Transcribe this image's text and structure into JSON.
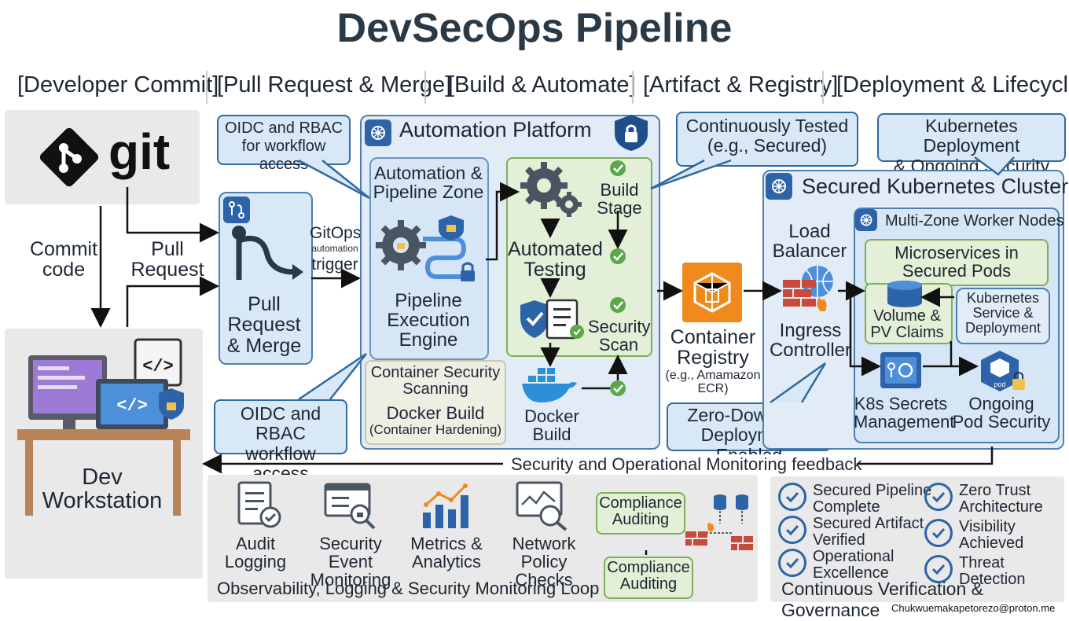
{
  "title": "DevSecOps Pipeline",
  "stages": [
    "[Developer Commit]",
    "[Pull Request & Merge]",
    "[Build & Automate]",
    "[Artifact & Registry]",
    "[Deployment & Lifecycle]"
  ],
  "git_logo_text": "git",
  "commit_label": "Commit\ncode",
  "pull_request_label": "Pull\nRequest",
  "dev_workstation": "Dev\nWorkstation",
  "oidc_top": "OIDC and RBAC\nfor workflow access",
  "oidc_bottom": "OIDC and RBAC\nworkflow access",
  "pr_box_label": "Pull\nRequest\n& Merge",
  "gitops": {
    "line1": "GitOps",
    "line2": "automation",
    "line3": "trigger"
  },
  "automation_platform": {
    "title": "Automation Platform",
    "zone_title": "Automation &\nPipeline Zone",
    "engine": "Pipeline\nExecution\nEngine",
    "container_scan": "Container Security\nScanning",
    "docker_build_box": "Docker Build",
    "hardening": "(Container Hardening)",
    "build_stage": "Build\nStage",
    "automated_testing": "Automated\nTesting",
    "security_scan": "Security\nScan",
    "docker_build": "Docker\nBuild"
  },
  "continuously_tested": "Continuously Tested\n(e.g., Secured)",
  "container_registry": {
    "title": "Container\nRegistry",
    "sub": "(e.g., Amamazon\nECR)"
  },
  "k8s_deploy_callout": "Kubernetes Deployment\n& Ongoing Security",
  "cluster": {
    "title": "Secured Kubernetes Cluster",
    "load_balancer": "Load\nBalancer",
    "ingress": "Ingress\nController",
    "worker_nodes": "Multi-Zone Worker Nodes",
    "microservices": "Microservices in\nSecured Pods",
    "volume": "Volume &\nPV Claims",
    "k8s_service": "Kubernetes\nService &\nDeployment",
    "secrets": "K8s Secrets\nManagement",
    "pod_security": "Ongoing\nPod Security",
    "pod_badge": "pod"
  },
  "zero_downtime": "Zero-Downtime\nDeployment Enabled",
  "feedback": "Security and Operational Monitoring feedback",
  "monitoring": {
    "items": [
      "Audit\nLogging",
      "Security Event\nMonitoring",
      "Metrics &\nAnalytics",
      "Network Policy\nChecks"
    ],
    "compliance_top": "Compliance\nAuditing",
    "compliance_bottom": "Compliance\nAuditing",
    "footer": "Observability, Logging & Security Monitoring Loop"
  },
  "governance": {
    "left": [
      "Secured Pipeline\nComplete",
      "Secured Artifact\nVerified",
      "Operational\nExcellence"
    ],
    "right": [
      "Zero Trust\nArchitecture",
      "Visibility\nAchieved",
      "Threat Detection"
    ],
    "footer": "Continuous Verification & Governance"
  },
  "credit": "Chukwuemakapetorezo@proton.me",
  "colors": {
    "accent_blue": "#2d63a8",
    "panel_blue": "#e2ecf7",
    "green": "#7fae5a",
    "orange": "#f08a1c"
  }
}
